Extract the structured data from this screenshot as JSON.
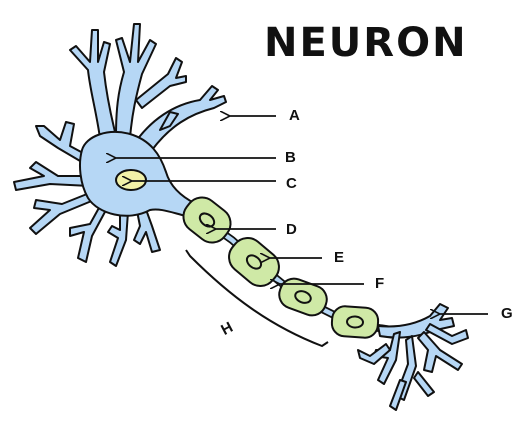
{
  "title": "NEURON",
  "labels": {
    "a": "A",
    "b": "B",
    "c": "C",
    "d": "D",
    "e": "E",
    "f": "F",
    "g": "G",
    "h": "H"
  },
  "colors": {
    "cell_body": "#b6d7f5",
    "myelin": "#cfe9a6",
    "nucleus": "#f2f1a8",
    "outline": "#111111"
  }
}
